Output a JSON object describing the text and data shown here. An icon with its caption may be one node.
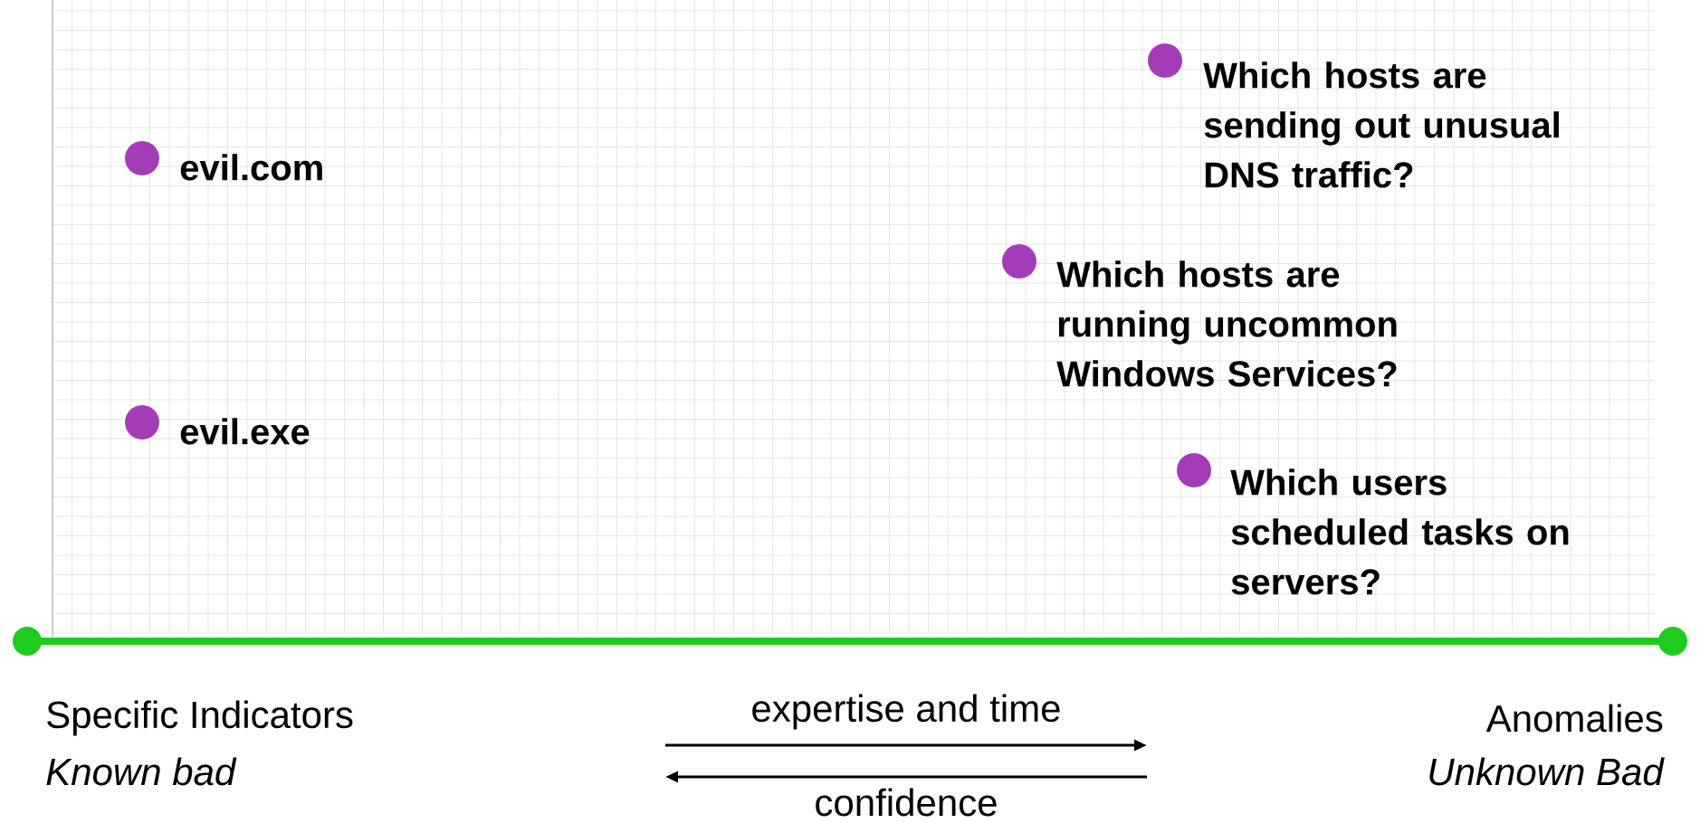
{
  "diagram": {
    "nodes": [
      {
        "text": [],
        "shape": "circle",
        "beside": [
          "evil.com"
        ]
      },
      {
        "text": [],
        "shape": "circle",
        "beside": [
          "Which hosts are sending out unusual DNS traffic?"
        ]
      },
      {
        "text": [],
        "shape": "circle",
        "beside": [
          "Which hosts are running uncommon Windows Services?"
        ]
      },
      {
        "text": [],
        "shape": "circle",
        "beside": [
          "evil.exe"
        ]
      },
      {
        "text": [],
        "shape": "circle",
        "beside": [
          "Which users scheduled tasks on servers?"
        ]
      }
    ],
    "labels": [
      "Specific Indicators",
      "Known bad",
      "expertise and time",
      "confidence",
      "Anomalies",
      "Unknown Bad"
    ]
  }
}
